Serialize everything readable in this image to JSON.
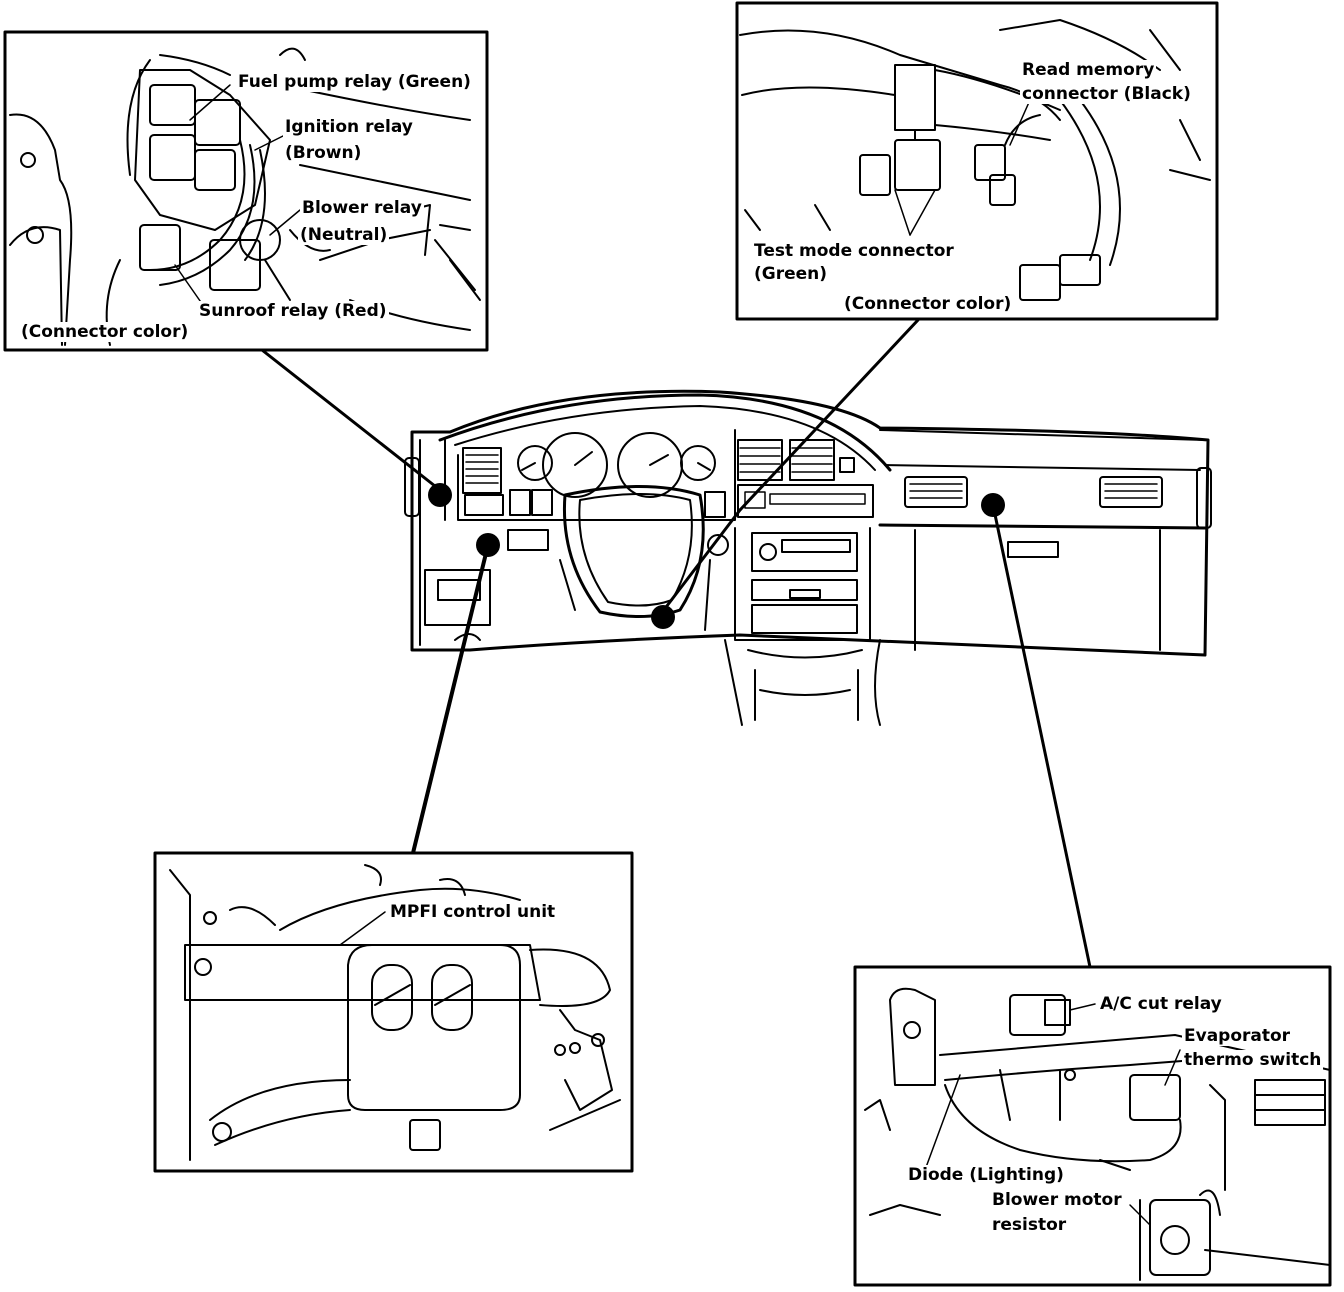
{
  "panel_top_left": {
    "fuel_pump_relay": "Fuel pump relay (Green)",
    "ignition_relay_1": "Ignition relay",
    "ignition_relay_2": "(Brown)",
    "blower_relay_1": "Blower relay",
    "blower_relay_2": "(Neutral)",
    "sunroof_relay": "Sunroof relay (Red)",
    "connector_color": "(Connector color)"
  },
  "panel_top_right": {
    "read_memory_1": "Read memory",
    "read_memory_2": "connector (Black)",
    "test_mode_1": "Test mode connector",
    "test_mode_2": "(Green)",
    "connector_color": "(Connector color)"
  },
  "panel_bottom_left": {
    "mpfi": "MPFI control unit"
  },
  "panel_bottom_right": {
    "ac_cut_relay": "A/C cut relay",
    "evaporator_1": "Evaporator",
    "evaporator_2": "thermo switch",
    "diode": "Diode (Lighting)",
    "blower_resistor_1": "Blower motor",
    "blower_resistor_2": "resistor"
  }
}
